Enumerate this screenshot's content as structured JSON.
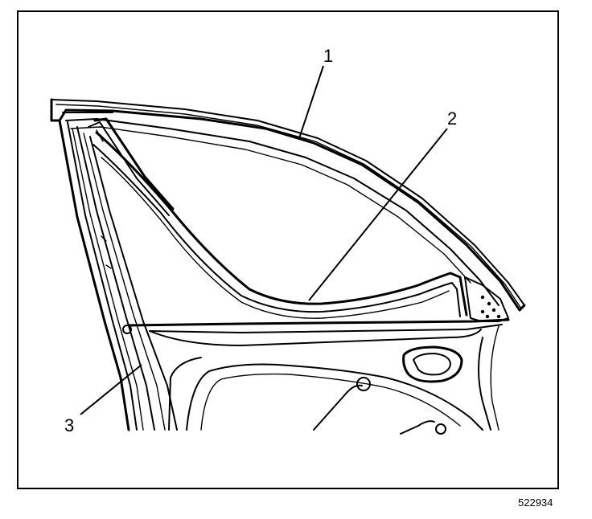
{
  "callouts": {
    "one": "1",
    "two": "2",
    "three": "3"
  },
  "figure_number": "522934"
}
